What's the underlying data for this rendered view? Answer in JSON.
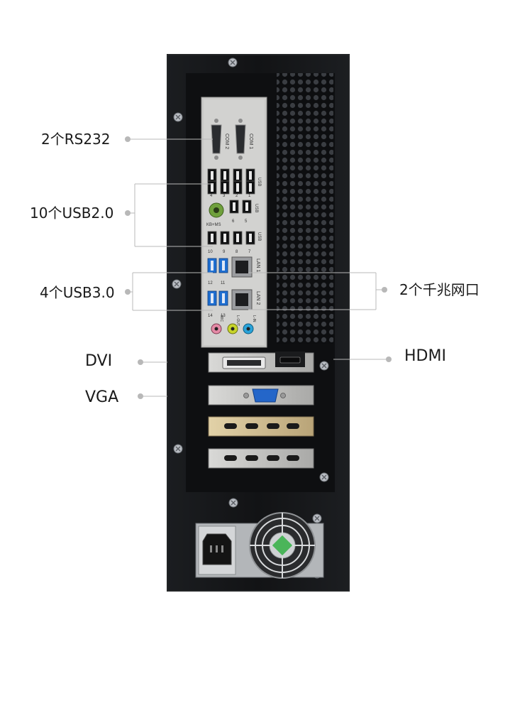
{
  "labels": {
    "rs232": "2个RS232",
    "usb20": "10个USB2.0",
    "usb30": "4个USB3.0",
    "gbe": "2个千兆网口",
    "hdmi": "HDMI",
    "dvi": "DVI",
    "vga": "VGA"
  },
  "io_panel": {
    "com1": "COM 1",
    "com2": "COM 2",
    "usb_label": "USB",
    "usb_numbers": [
      "1",
      "2",
      "3",
      "4",
      "5",
      "6",
      "7",
      "8",
      "9",
      "10",
      "11",
      "12",
      "13",
      "14"
    ],
    "kb_ms": "KB+MS",
    "lan1": "LAN 1",
    "lan2": "LAN 2",
    "mic": "MIC",
    "l_out": "L-OUT",
    "l_in": "L-IN"
  },
  "colors": {
    "chassis": "#17191c",
    "io_shield": "#c9c9c7",
    "usb3_blue": "#1f6fd1",
    "vga_blue": "#2466c9",
    "ps2_green": "#6fa03c",
    "mic_pink": "#e48aa6",
    "lout_lime": "#c7d42a",
    "lin_blue": "#2aa3d9",
    "slot_gold": "#cbb787",
    "fan_guard_green": "#4bb55a",
    "leader_gray": "#b8b8b8"
  }
}
